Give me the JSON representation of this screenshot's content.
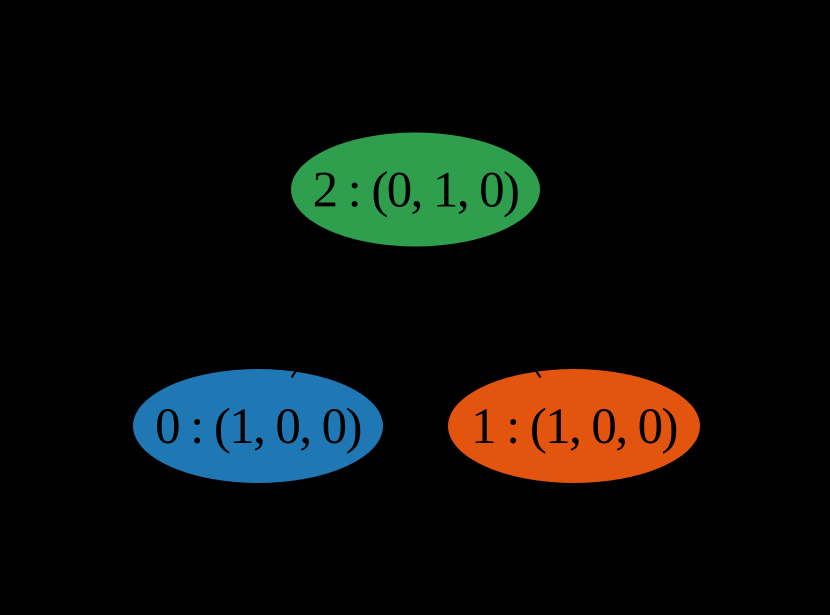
{
  "diagram": {
    "type": "graph",
    "background": "#000000",
    "text_color": "#000000",
    "nodes": [
      {
        "id": "0",
        "label": "0 : (1, 0, 0)",
        "shape": "ellipse",
        "color": "#1f77b4"
      },
      {
        "id": "1",
        "label": "1 : (1, 0, 0)",
        "shape": "ellipse",
        "color": "#e3540f"
      },
      {
        "id": "2",
        "label": "2 : (0, 1, 0)",
        "shape": "ellipse",
        "color": "#2f9e4d"
      }
    ],
    "edges": [
      {
        "from": "2",
        "to": "0",
        "color": "#000000",
        "arrowhead_at": "to"
      },
      {
        "from": "2",
        "to": "1",
        "color": "#000000",
        "arrowhead_at": "to"
      }
    ]
  }
}
